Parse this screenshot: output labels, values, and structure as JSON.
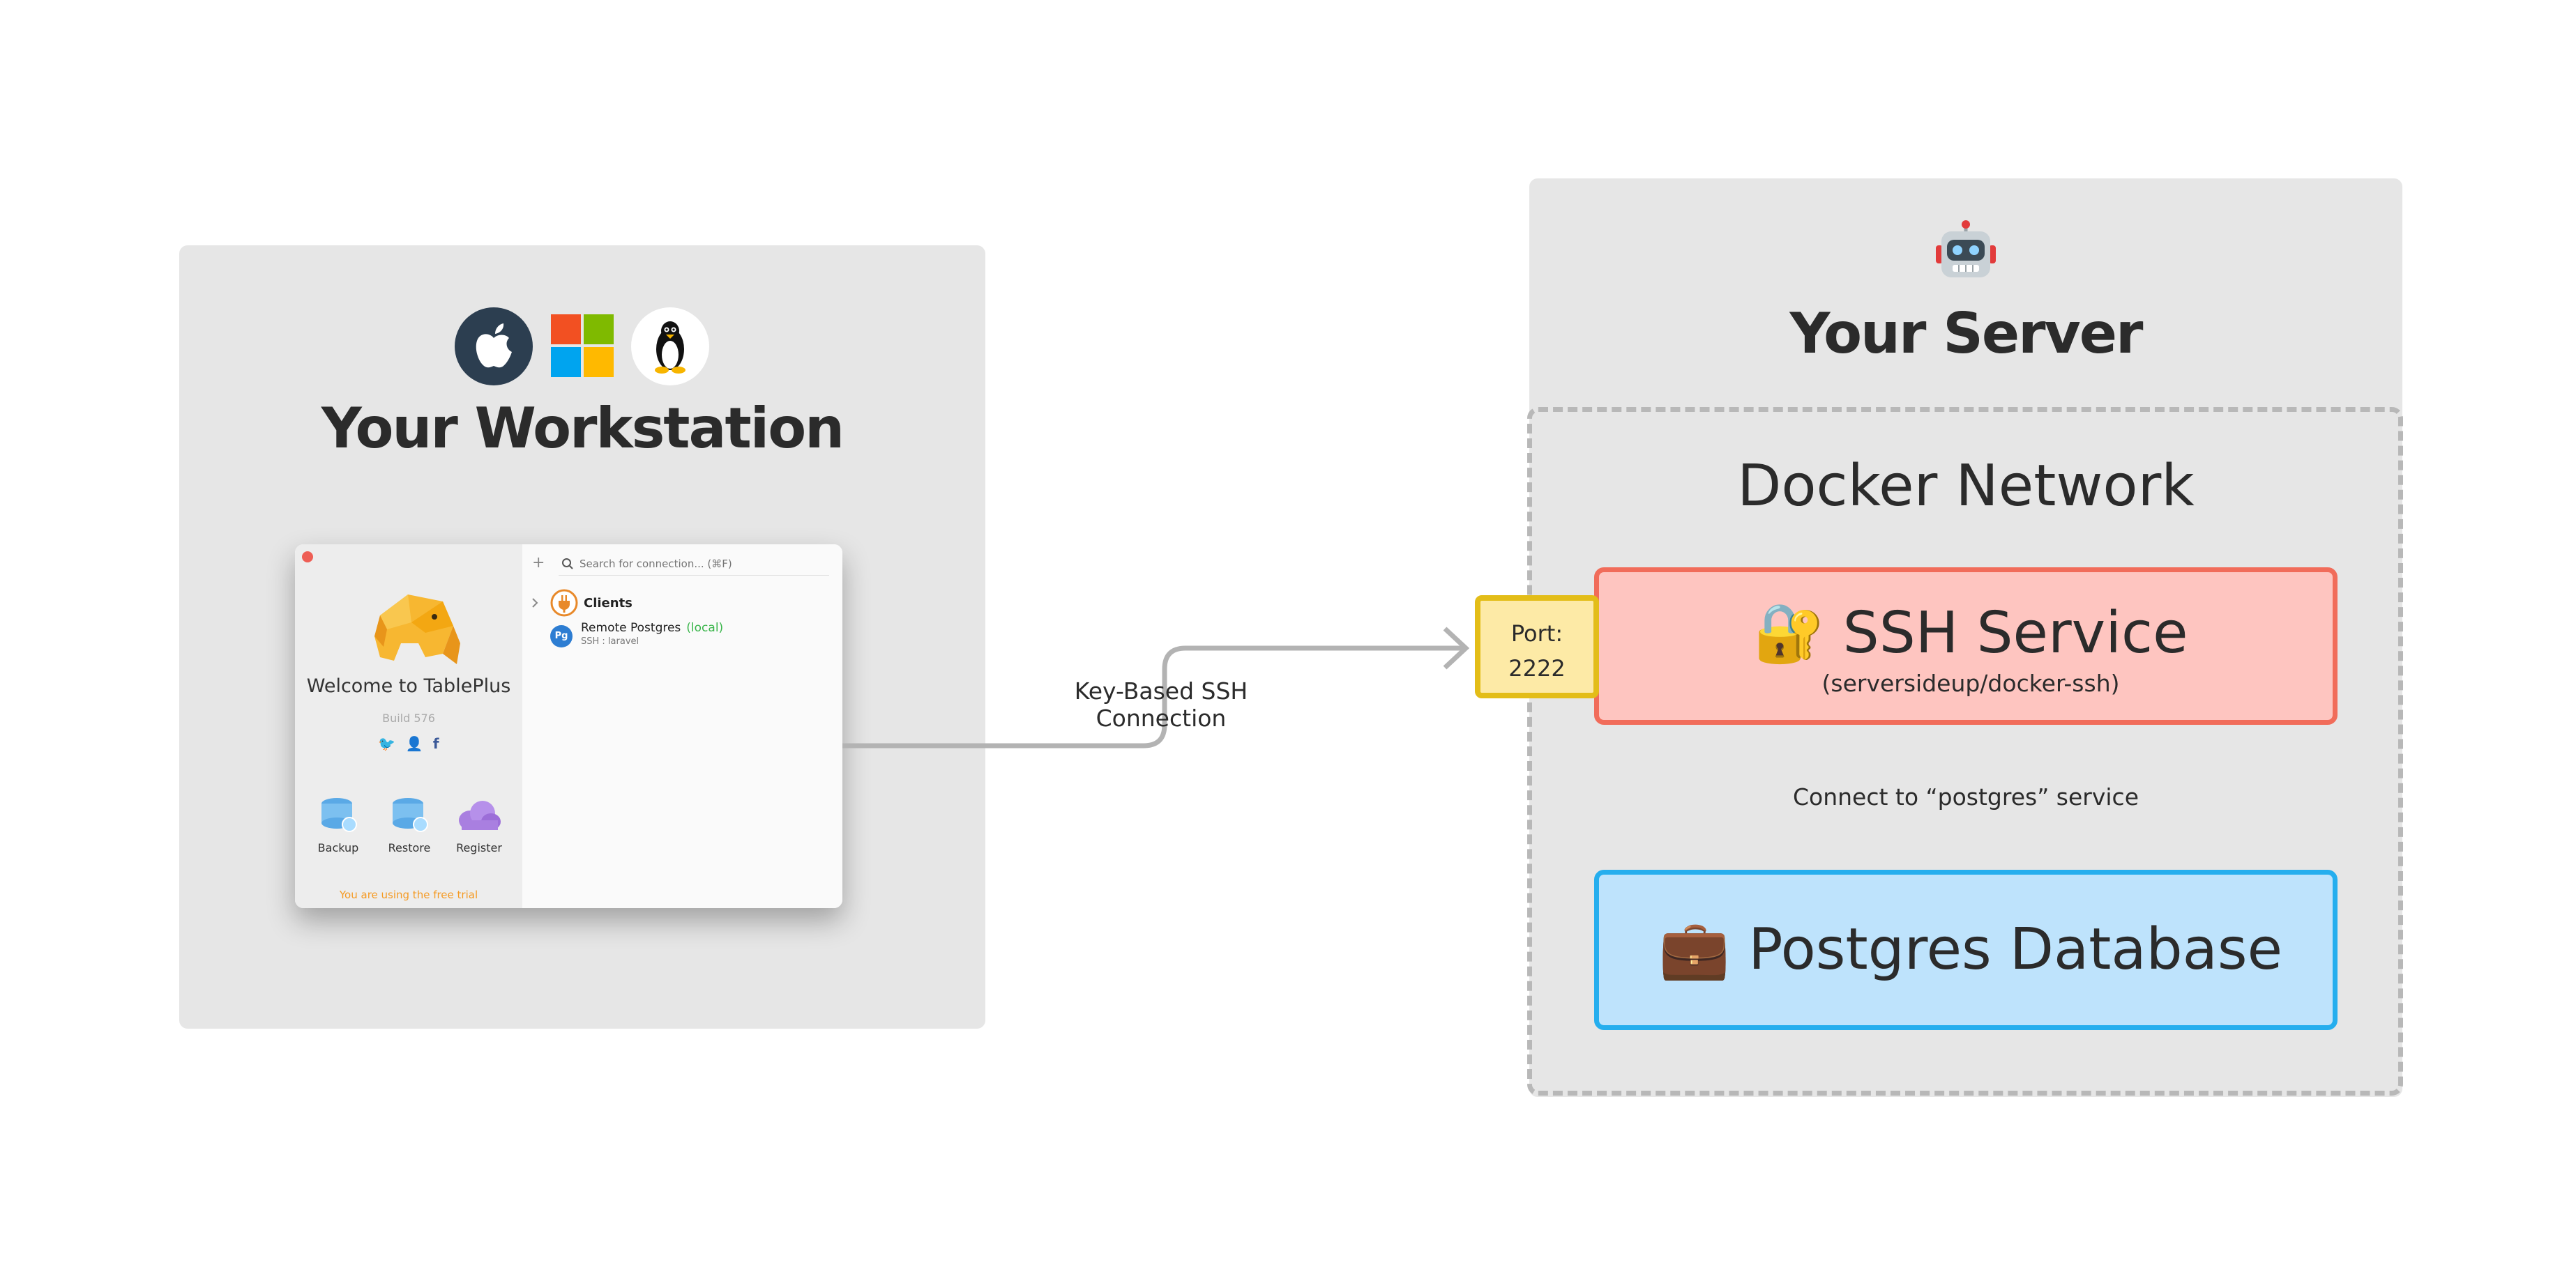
{
  "workstation": {
    "title": "Your Workstation",
    "os_icons": [
      "apple-icon",
      "windows-icon",
      "linux-tux-icon"
    ]
  },
  "tableplus": {
    "welcome": "Welcome to TablePlus",
    "build": "Build 576",
    "actions": [
      "Backup",
      "Restore",
      "Register"
    ],
    "trial_notice": "You are using the free trial",
    "search_placeholder": "Search for connection... (⌘F)",
    "group_label": "Clients",
    "connection": {
      "badge": "Pg",
      "name": "Remote Postgres",
      "tag": "(local)",
      "subtitle": "SSH : laravel"
    }
  },
  "connection_label": "Key-Based SSH Connection",
  "server": {
    "title": "Your Server",
    "network_title": "Docker Network",
    "port": {
      "label": "Port:",
      "value": "2222"
    },
    "ssh_service": {
      "emoji": "🔐",
      "title": "SSH Service",
      "subtitle": "(serversideup/docker-ssh)"
    },
    "service_link_label": "Connect to “postgres” service",
    "postgres": {
      "emoji": "💼",
      "title": "Postgres Database"
    }
  },
  "colors": {
    "panel": "#e6e6e6",
    "ssh_fill": "#fec5c0",
    "ssh_border": "#f16c5a",
    "port_fill": "#fdeaa6",
    "port_border": "#e3bd18",
    "pg_fill": "#bee3fc",
    "pg_border": "#25aeee",
    "connector": "#b3b3b3"
  }
}
